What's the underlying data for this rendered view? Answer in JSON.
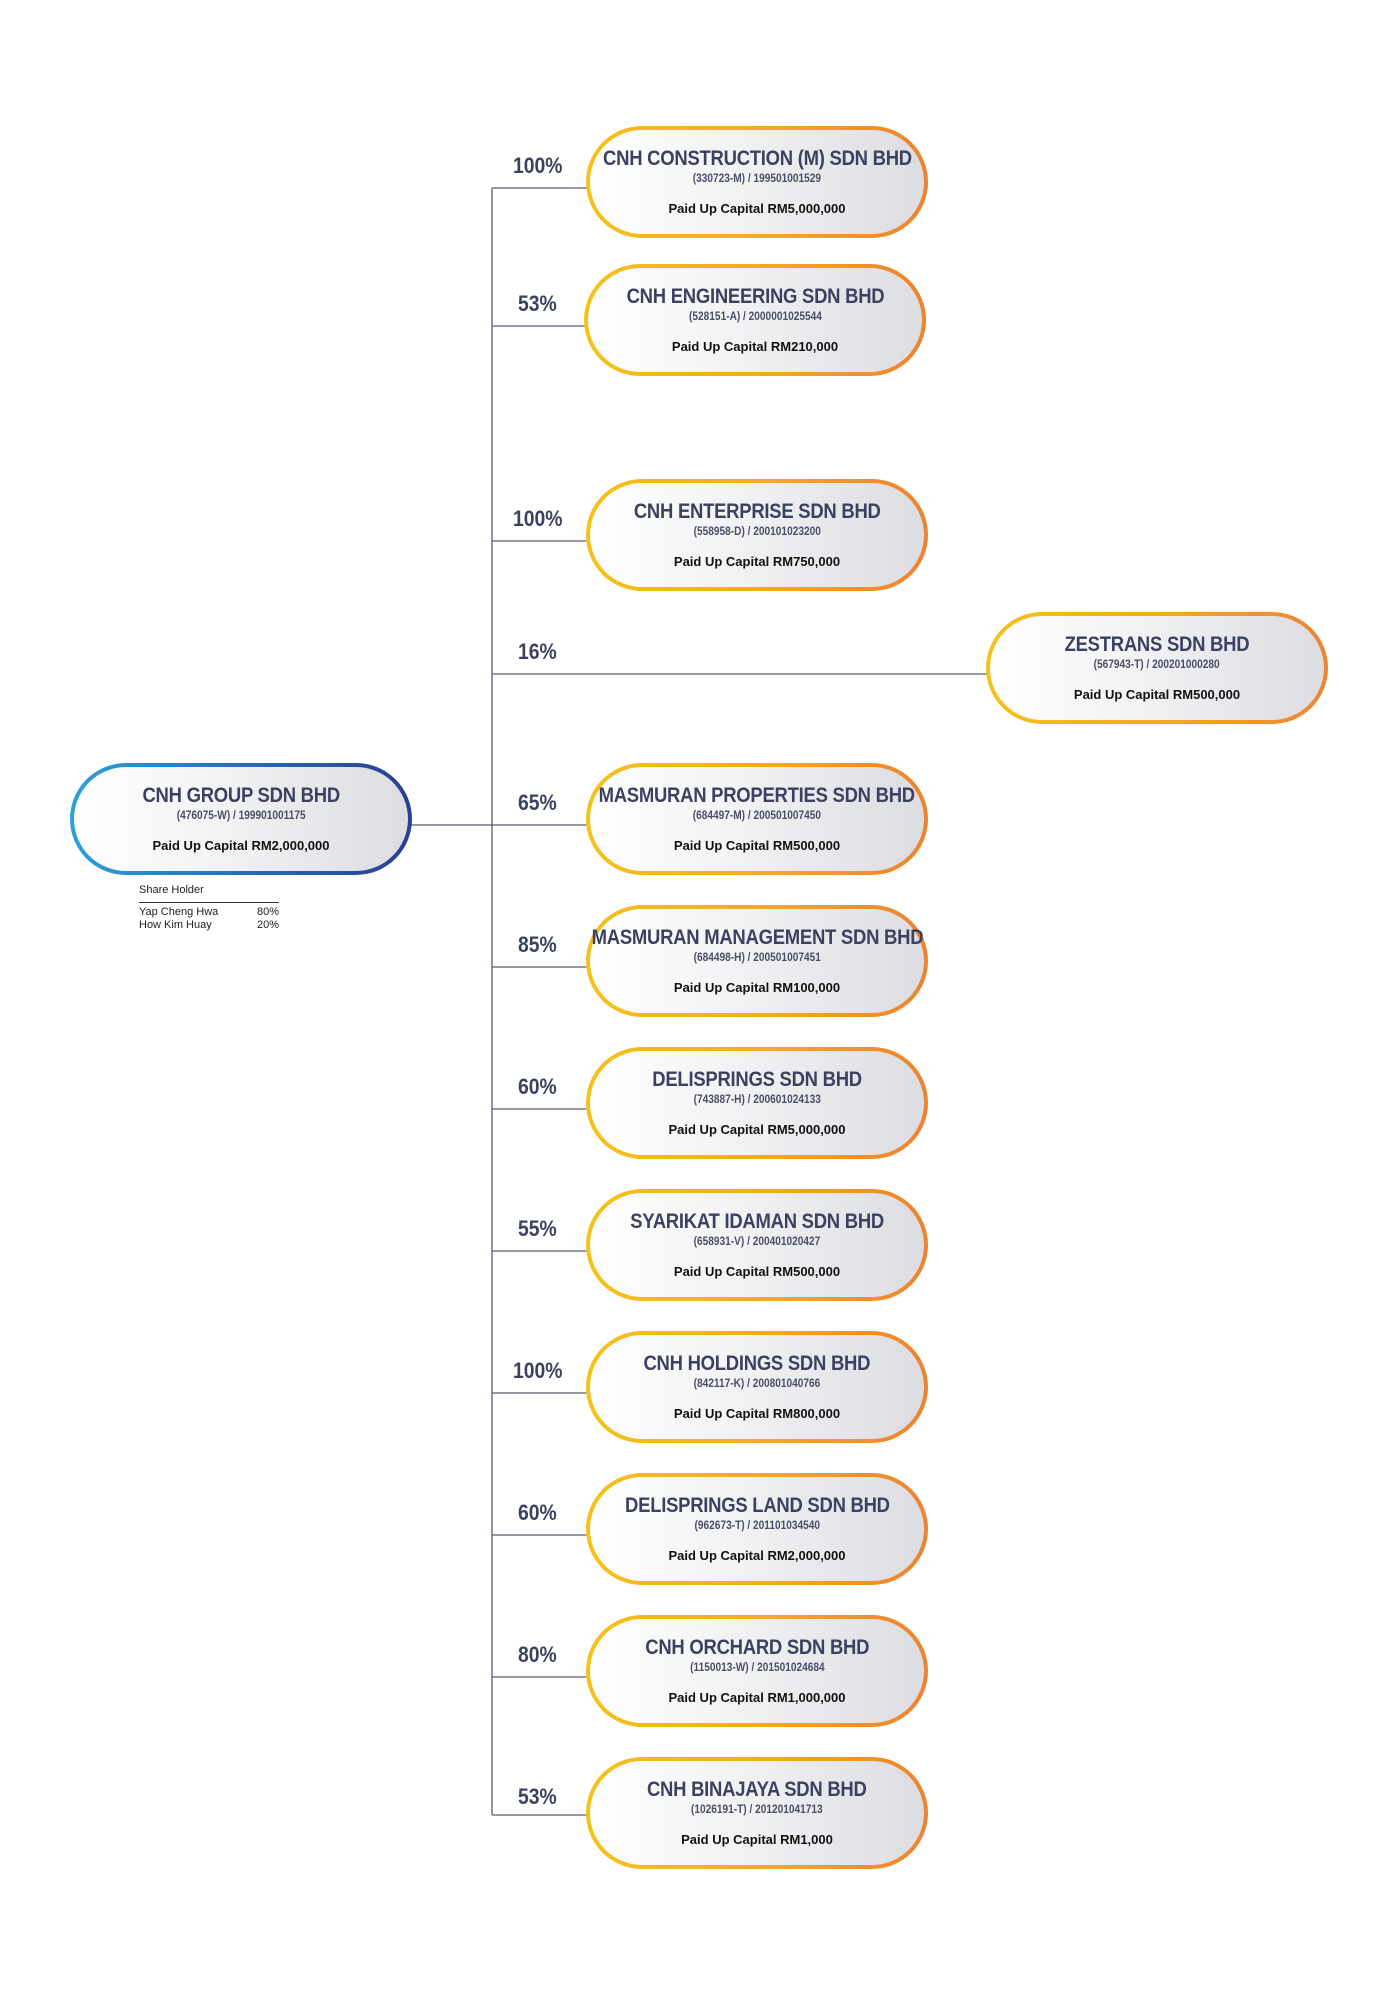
{
  "parent": {
    "name": "CNH GROUP SDN BHD",
    "reg": "(476075-W) / 199901001175",
    "capital": "Paid Up Capital RM2,000,000"
  },
  "shareholders": {
    "title": "Share Holder",
    "rows": [
      {
        "name": "Yap Cheng Hwa",
        "pct": "80%"
      },
      {
        "name": "How Kim Huay",
        "pct": "20%"
      }
    ]
  },
  "subsidiaries": [
    {
      "pct": "100%",
      "name": "CNH CONSTRUCTION (M) SDN BHD",
      "reg": "(330723-M) / 199501001529",
      "capital": "Paid Up Capital RM5,000,000"
    },
    {
      "pct": "53%",
      "name": "CNH ENGINEERING SDN BHD",
      "reg": "(528151-A) / 2000001025544",
      "capital": "Paid Up Capital RM210,000"
    },
    {
      "pct": "100%",
      "name": "CNH ENTERPRISE SDN BHD",
      "reg": "(558958-D) / 200101023200",
      "capital": "Paid Up Capital RM750,000"
    },
    {
      "pct": "16%",
      "name": "ZESTRANS SDN BHD",
      "reg": "(567943-T) / 200201000280",
      "capital": "Paid Up Capital RM500,000"
    },
    {
      "pct": "65%",
      "name": "MASMURAN PROPERTIES SDN BHD",
      "reg": "(684497-M) / 200501007450",
      "capital": "Paid Up Capital RM500,000"
    },
    {
      "pct": "85%",
      "name": "MASMURAN MANAGEMENT SDN BHD",
      "reg": "(684498-H) / 200501007451",
      "capital": "Paid Up Capital RM100,000"
    },
    {
      "pct": "60%",
      "name": "DELISPRINGS SDN BHD",
      "reg": "(743887-H) / 200601024133",
      "capital": "Paid Up Capital RM5,000,000"
    },
    {
      "pct": "55%",
      "name": "SYARIKAT IDAMAN SDN BHD",
      "reg": "(658931-V) / 200401020427",
      "capital": "Paid Up Capital RM500,000"
    },
    {
      "pct": "100%",
      "name": "CNH HOLDINGS SDN BHD",
      "reg": "(842117-K) / 200801040766",
      "capital": "Paid Up Capital RM800,000"
    },
    {
      "pct": "60%",
      "name": "DELISPRINGS LAND SDN BHD",
      "reg": "(962673-T) / 201101034540",
      "capital": "Paid Up Capital RM2,000,000"
    },
    {
      "pct": "80%",
      "name": "CNH ORCHARD SDN BHD",
      "reg": "(1150013-W) / 201501024684",
      "capital": "Paid Up Capital RM1,000,000"
    },
    {
      "pct": "53%",
      "name": "CNH BINAJAYA SDN BHD",
      "reg": "(1026191-T) / 201201041713",
      "capital": "Paid Up Capital RM1,000"
    }
  ]
}
